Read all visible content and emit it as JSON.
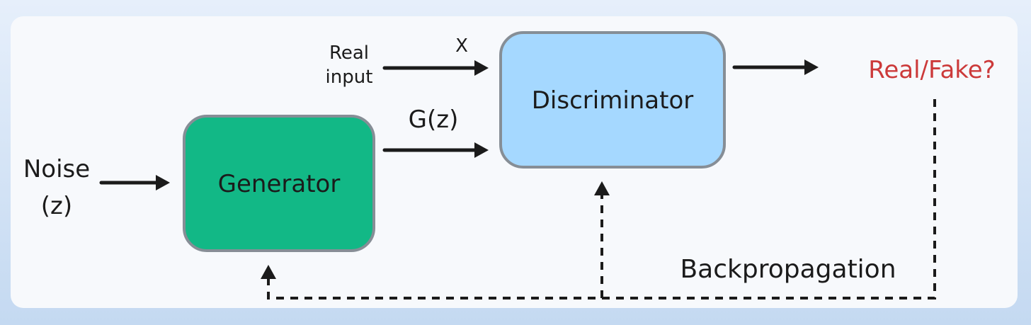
{
  "diagram": {
    "nodes": {
      "generator": {
        "label": "Generator",
        "fill": "#12b886",
        "stroke": "#868e96"
      },
      "discriminator": {
        "label": "Discriminator",
        "fill": "#a5d8ff",
        "stroke": "#868e96"
      }
    },
    "labels": {
      "noise_line1": "Noise",
      "noise_line2": "(z)",
      "real_input_line1": "Real",
      "real_input_line2": "input",
      "x": "X",
      "gz": "G(z)",
      "output": "Real/Fake?",
      "backprop": "Backpropagation"
    },
    "colors": {
      "output_text": "#cc3a3a",
      "ink": "#1b1b1b"
    },
    "edges": [
      {
        "from": "noise",
        "to": "generator",
        "style": "solid"
      },
      {
        "from": "real-input",
        "to": "discriminator",
        "label": "X",
        "style": "solid"
      },
      {
        "from": "generator",
        "to": "discriminator",
        "label": "G(z)",
        "style": "solid"
      },
      {
        "from": "discriminator",
        "to": "output",
        "style": "solid"
      },
      {
        "from": "output",
        "to": "discriminator",
        "label": "Backpropagation",
        "style": "dashed"
      },
      {
        "from": "output",
        "to": "generator",
        "label": "Backpropagation",
        "style": "dashed"
      }
    ]
  }
}
